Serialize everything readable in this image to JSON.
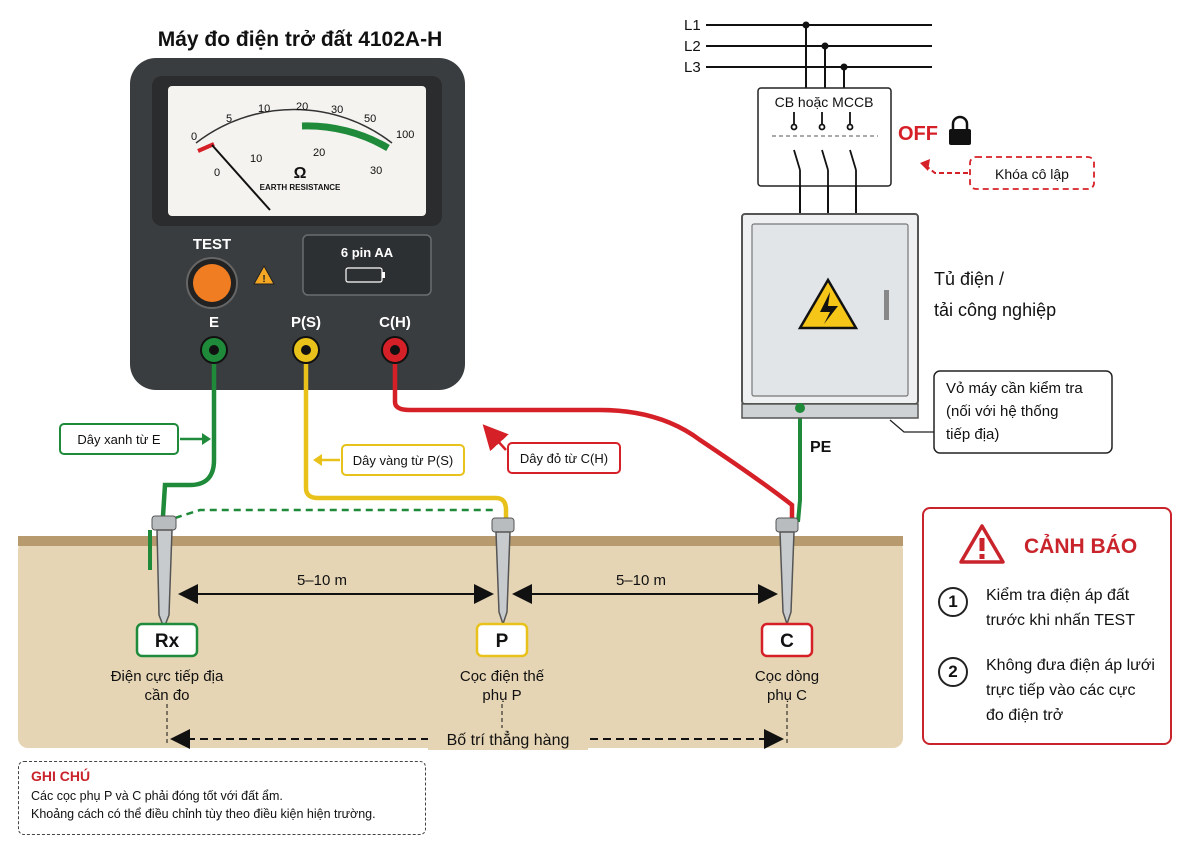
{
  "title": "Máy đo điện trở đất 4102A-H",
  "meter": {
    "scale_top": [
      "0",
      "5",
      "10",
      "20",
      "30",
      "50",
      "100"
    ],
    "scale_bottom": [
      "0",
      "10",
      "20",
      "30"
    ],
    "unit": "Ω",
    "dial_label": "EARTH RESISTANCE",
    "test_label": "TEST",
    "battery_label": "6 pin AA",
    "terminals": [
      "E",
      "P(S)",
      "C(H)"
    ]
  },
  "supply": {
    "phases": [
      "L1",
      "L2",
      "L3"
    ],
    "breaker_label": "CB hoặc MCCB",
    "off_label": "OFF",
    "lock_label": "Khóa cô lập"
  },
  "cabinet": {
    "label_line1": "Tủ điện /",
    "label_line2": "tải công nghiệp",
    "housing_line1": "Vỏ máy cần kiểm tra",
    "housing_line2": "(nối với hệ thống",
    "housing_line3": "tiếp địa)",
    "pe_label": "PE"
  },
  "wires": {
    "green": "Dây xanh từ E",
    "yellow": "Dây vàng từ P(S)",
    "red": "Dây đỏ từ C(H)"
  },
  "ground": {
    "distance_1": "5–10 m",
    "distance_2": "5–10 m",
    "alignment": "Bố trí thẳng hàng",
    "stakes": [
      {
        "tag": "Rx",
        "line1": "Điện cực tiếp địa",
        "line2": "cần đo"
      },
      {
        "tag": "P",
        "line1": "Cọc điện thế",
        "line2": "phụ P"
      },
      {
        "tag": "C",
        "line1": "Cọc dòng",
        "line2": "phụ C"
      }
    ]
  },
  "warning": {
    "title": "CẢNH BÁO",
    "items": [
      {
        "num": "1",
        "line1": "Kiểm tra điện áp đất",
        "line2": "trước khi nhấn TEST"
      },
      {
        "num": "2",
        "line1": "Không đưa điện áp lưới",
        "line2": "trực tiếp vào các cực",
        "line3": "đo điện trở"
      }
    ]
  },
  "note": {
    "title": "GHI CHÚ",
    "line1": "Các cọc phụ P và C phải đóng tốt với đất ẩm.",
    "line2": "Khoảng cách có thể điều chỉnh tùy theo điều kiện hiện trường."
  },
  "colors": {
    "green": "#1e8a3a",
    "yellow": "#e8c21a",
    "red": "#d62027",
    "soil": "#e6d5b4",
    "meter_body": "#3a3d3f",
    "warning": "#c9242b"
  }
}
